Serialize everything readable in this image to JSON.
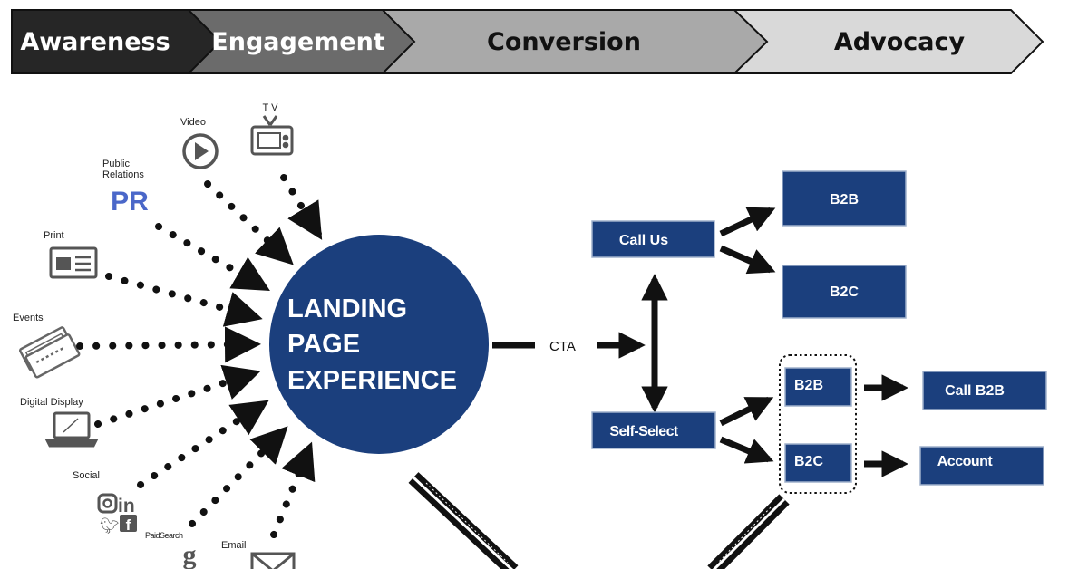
{
  "stages": [
    {
      "label": "Awareness",
      "fill": "#262626",
      "text_color": "#ffffff"
    },
    {
      "label": "Engagement",
      "fill": "#6b6b6b",
      "text_color": "#ffffff"
    },
    {
      "label": "Conversion",
      "fill": "#a9a9a9",
      "text_color": "#111111"
    },
    {
      "label": "Advocacy",
      "fill": "#d9d9d9",
      "text_color": "#111111"
    }
  ],
  "sources": {
    "tv": {
      "label": "T V",
      "icon": "tv-icon"
    },
    "video": {
      "label": "Video",
      "icon": "play-icon"
    },
    "pr": {
      "label_line1": "Public",
      "label_line2": "Relations",
      "glyph": "PR",
      "icon": "pr-icon"
    },
    "print": {
      "label": "Print",
      "icon": "newspaper-icon"
    },
    "events": {
      "label": "Events",
      "icon": "ticket-icon"
    },
    "digital": {
      "label": "Digital Display",
      "icon": "laptop-icon"
    },
    "social": {
      "label": "Social",
      "icon": "social-icons"
    },
    "paid": {
      "label": "PaidSearch",
      "glyph": "g",
      "icon": "google-icon"
    },
    "email": {
      "label": "Email",
      "icon": "envelope-icon"
    }
  },
  "landing": {
    "line1": "LANDING",
    "line2": "PAGE",
    "line3": "EXPERIENCE"
  },
  "cta": {
    "label": "CTA"
  },
  "call_us": {
    "label": "Call Us"
  },
  "self_select": {
    "label": "Self-Select"
  },
  "call_branch": {
    "b2b": "B2B",
    "b2c": "B2C"
  },
  "self_branch": {
    "b2b": "B2B",
    "b2c": "B2C"
  },
  "outcomes": {
    "call_b2b": "Call B2B",
    "account": "Account"
  },
  "colors": {
    "navy": "#1b3f7d",
    "arrow": "#111111",
    "pr_blue": "#4a67c9",
    "icon_gray": "#555555"
  }
}
